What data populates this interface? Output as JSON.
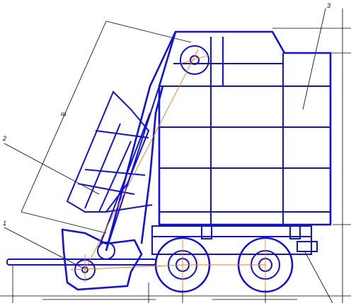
{
  "drawing": {
    "callouts": [
      "1",
      "2",
      "3"
    ],
    "dimension_label": "ш",
    "colors": {
      "structure": "#1010e0",
      "centerline": "#ff7a00",
      "leader": "#000000"
    }
  }
}
